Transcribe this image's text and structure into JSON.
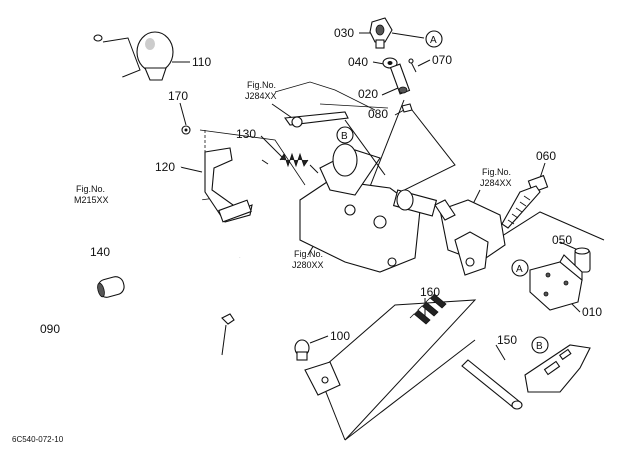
{
  "diagram_code": "6C540-072-10",
  "parts": [
    {
      "id": "p110",
      "number": "110"
    },
    {
      "id": "p170",
      "number": "170"
    },
    {
      "id": "p130",
      "number": "130"
    },
    {
      "id": "p120",
      "number": "120"
    },
    {
      "id": "p140",
      "number": "140"
    },
    {
      "id": "p090",
      "number": "090"
    },
    {
      "id": "p100",
      "number": "100"
    },
    {
      "id": "p030",
      "number": "030"
    },
    {
      "id": "p040",
      "number": "040"
    },
    {
      "id": "p070",
      "number": "070"
    },
    {
      "id": "p020",
      "number": "020"
    },
    {
      "id": "p080",
      "number": "080"
    },
    {
      "id": "p060",
      "number": "060"
    },
    {
      "id": "p050",
      "number": "050"
    },
    {
      "id": "p010",
      "number": "010"
    },
    {
      "id": "p160",
      "number": "160"
    },
    {
      "id": "p150",
      "number": "150"
    }
  ],
  "fig_refs": [
    {
      "title": "Fig.No.",
      "code": "J284XX"
    },
    {
      "title": "Fig.No.",
      "code": "J284XX"
    },
    {
      "title": "Fig.No.",
      "code": "M215XX"
    },
    {
      "title": "Fig.No.",
      "code": "J280XX"
    }
  ],
  "circle_refs": [
    "A",
    "B",
    "A",
    "B"
  ]
}
